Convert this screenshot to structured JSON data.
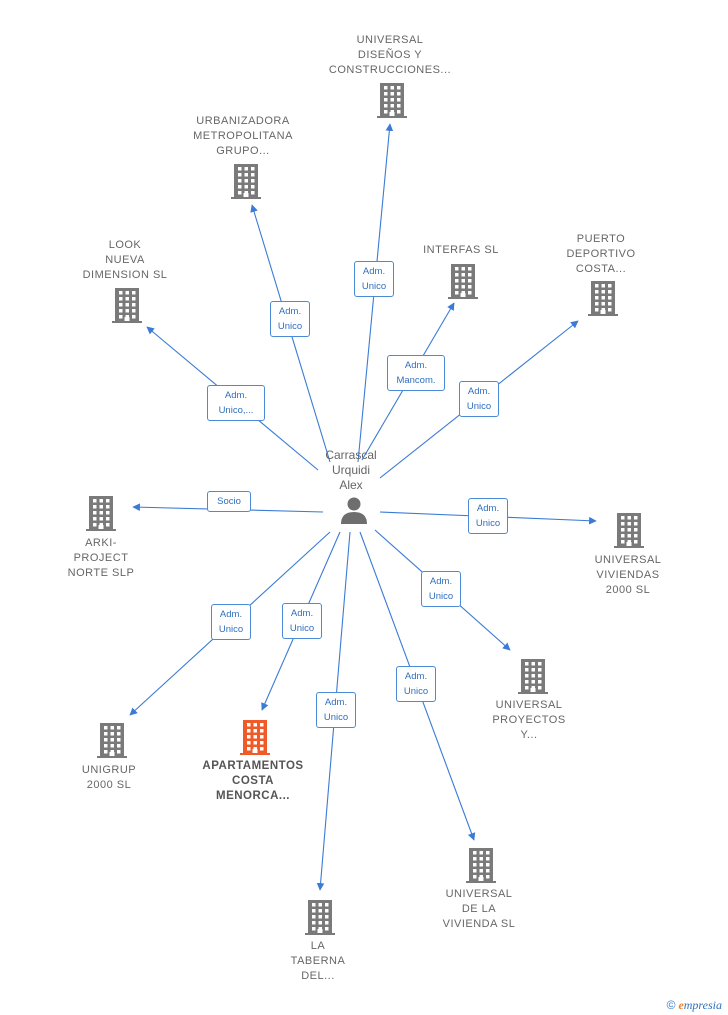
{
  "center": {
    "lines": [
      "Carrascal",
      "Urquidi",
      "Alex"
    ]
  },
  "companies": [
    {
      "id": "universal-disenos",
      "lines": [
        "UNIVERSAL",
        "DISEÑOS Y",
        "CONSTRUCCIONES..."
      ],
      "highlight": false
    },
    {
      "id": "urbanizadora",
      "lines": [
        "URBANIZADORA",
        "METROPOLITANA",
        "GRUPO..."
      ],
      "highlight": false
    },
    {
      "id": "look-nueva",
      "lines": [
        "LOOK",
        "NUEVA",
        "DIMENSION SL"
      ],
      "highlight": false
    },
    {
      "id": "interfas",
      "lines": [
        "INTERFAS SL"
      ],
      "highlight": false
    },
    {
      "id": "puerto-deportivo",
      "lines": [
        "PUERTO",
        "DEPORTIVO",
        "COSTA..."
      ],
      "highlight": false
    },
    {
      "id": "arki-project",
      "lines": [
        "ARKI-",
        "PROJECT",
        "NORTE SLP"
      ],
      "highlight": false
    },
    {
      "id": "universal-viviendas",
      "lines": [
        "UNIVERSAL",
        "VIVIENDAS",
        "2000 SL"
      ],
      "highlight": false
    },
    {
      "id": "universal-proyectos",
      "lines": [
        "UNIVERSAL",
        "PROYECTOS",
        "Y..."
      ],
      "highlight": false
    },
    {
      "id": "unigrup",
      "lines": [
        "UNIGRUP",
        "2000 SL"
      ],
      "highlight": false
    },
    {
      "id": "apartamentos",
      "lines": [
        "APARTAMENTOS",
        "COSTA",
        "MENORCA..."
      ],
      "highlight": true
    },
    {
      "id": "la-taberna",
      "lines": [
        "LA",
        "TABERNA",
        "DEL..."
      ],
      "highlight": false
    },
    {
      "id": "universal-vivienda",
      "lines": [
        "UNIVERSAL",
        "DE LA",
        "VIVIENDA SL"
      ],
      "highlight": false
    }
  ],
  "relations": [
    {
      "to": "universal-disenos",
      "lines": [
        "Adm.",
        "Unico"
      ]
    },
    {
      "to": "urbanizadora",
      "lines": [
        "Adm.",
        "Unico"
      ]
    },
    {
      "to": "look-nueva",
      "lines": [
        "Adm.",
        "Unico,..."
      ]
    },
    {
      "to": "interfas",
      "lines": [
        "Adm.",
        "Mancom."
      ]
    },
    {
      "to": "puerto-deportivo",
      "lines": [
        "Adm.",
        "Unico"
      ]
    },
    {
      "to": "arki-project",
      "lines": [
        "Socio"
      ]
    },
    {
      "to": "universal-viviendas",
      "lines": [
        "Adm.",
        "Unico"
      ]
    },
    {
      "to": "universal-proyectos",
      "lines": [
        "Adm.",
        "Unico"
      ]
    },
    {
      "to": "unigrup",
      "lines": [
        "Adm.",
        "Unico"
      ]
    },
    {
      "to": "apartamentos",
      "lines": [
        "Adm.",
        "Unico"
      ]
    },
    {
      "to": "la-taberna",
      "lines": [
        "Adm.",
        "Unico"
      ]
    },
    {
      "to": "universal-vivienda",
      "lines": [
        "Adm.",
        "Unico"
      ]
    }
  ],
  "colors": {
    "edge": "#3a7bd5",
    "building": "#7a7a7a",
    "building_highlight": "#f05a28",
    "person": "#6e6e6e"
  },
  "footer": {
    "copyright": "©",
    "brand_initial": "e",
    "brand_rest": "mpresia"
  }
}
